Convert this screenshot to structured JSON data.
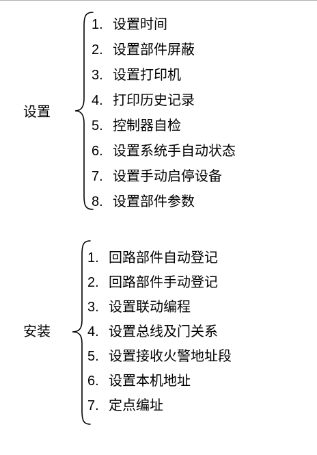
{
  "groups": [
    {
      "label": "设置",
      "items": [
        {
          "num": "1.",
          "text": "设置时间"
        },
        {
          "num": "2.",
          "text": "设置部件屏蔽"
        },
        {
          "num": "3.",
          "text": "设置打印机"
        },
        {
          "num": "4.",
          "text": "打印历史记录"
        },
        {
          "num": "5.",
          "text": "控制器自检"
        },
        {
          "num": "6.",
          "text": "设置系统手自动状态"
        },
        {
          "num": "7.",
          "text": "设置手动启停设备"
        },
        {
          "num": "8.",
          "text": "设置部件参数"
        }
      ]
    },
    {
      "label": "安装",
      "items": [
        {
          "num": "1.",
          "text": "回路部件自动登记"
        },
        {
          "num": "2.",
          "text": "回路部件手动登记"
        },
        {
          "num": "3.",
          "text": "设置联动编程"
        },
        {
          "num": "4.",
          "text": "设置总线及门关系"
        },
        {
          "num": "5.",
          "text": "设置接收火警地址段"
        },
        {
          "num": "6.",
          "text": "设置本机地址"
        },
        {
          "num": "7.",
          "text": "定点编址"
        }
      ]
    }
  ]
}
